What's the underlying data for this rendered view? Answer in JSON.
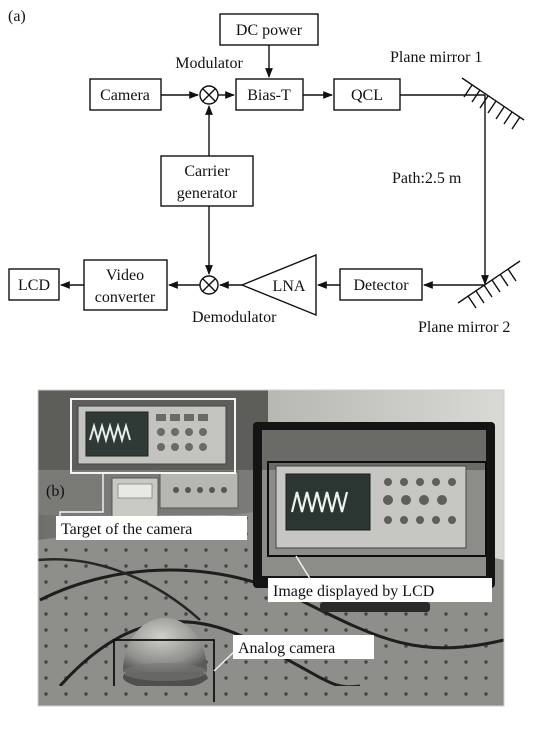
{
  "panel_a": {
    "tag": "(a)",
    "blocks": {
      "dc_power": "DC power",
      "camera": "Camera",
      "bias_t": "Bias-T",
      "qcl": "QCL",
      "carrier_generator_line1": "Carrier",
      "carrier_generator_line2": "generator",
      "lcd": "LCD",
      "video_converter_line1": "Video",
      "video_converter_line2": "converter",
      "lna": "LNA",
      "detector": "Detector"
    },
    "labels": {
      "modulator": "Modulator",
      "demodulator": "Demodulator",
      "plane_mirror_1": "Plane mirror 1",
      "plane_mirror_2": "Plane mirror 2",
      "path": "Path:2.5 m"
    }
  },
  "panel_b": {
    "tag": "(b)",
    "callouts": {
      "target": "Target of the camera",
      "image_lcd": "Image displayed by LCD",
      "analog_camera": "Analog camera"
    }
  },
  "colors": {
    "line": "#111111",
    "photo_bg": "#9c9c96",
    "table": "#8d8f8a"
  }
}
